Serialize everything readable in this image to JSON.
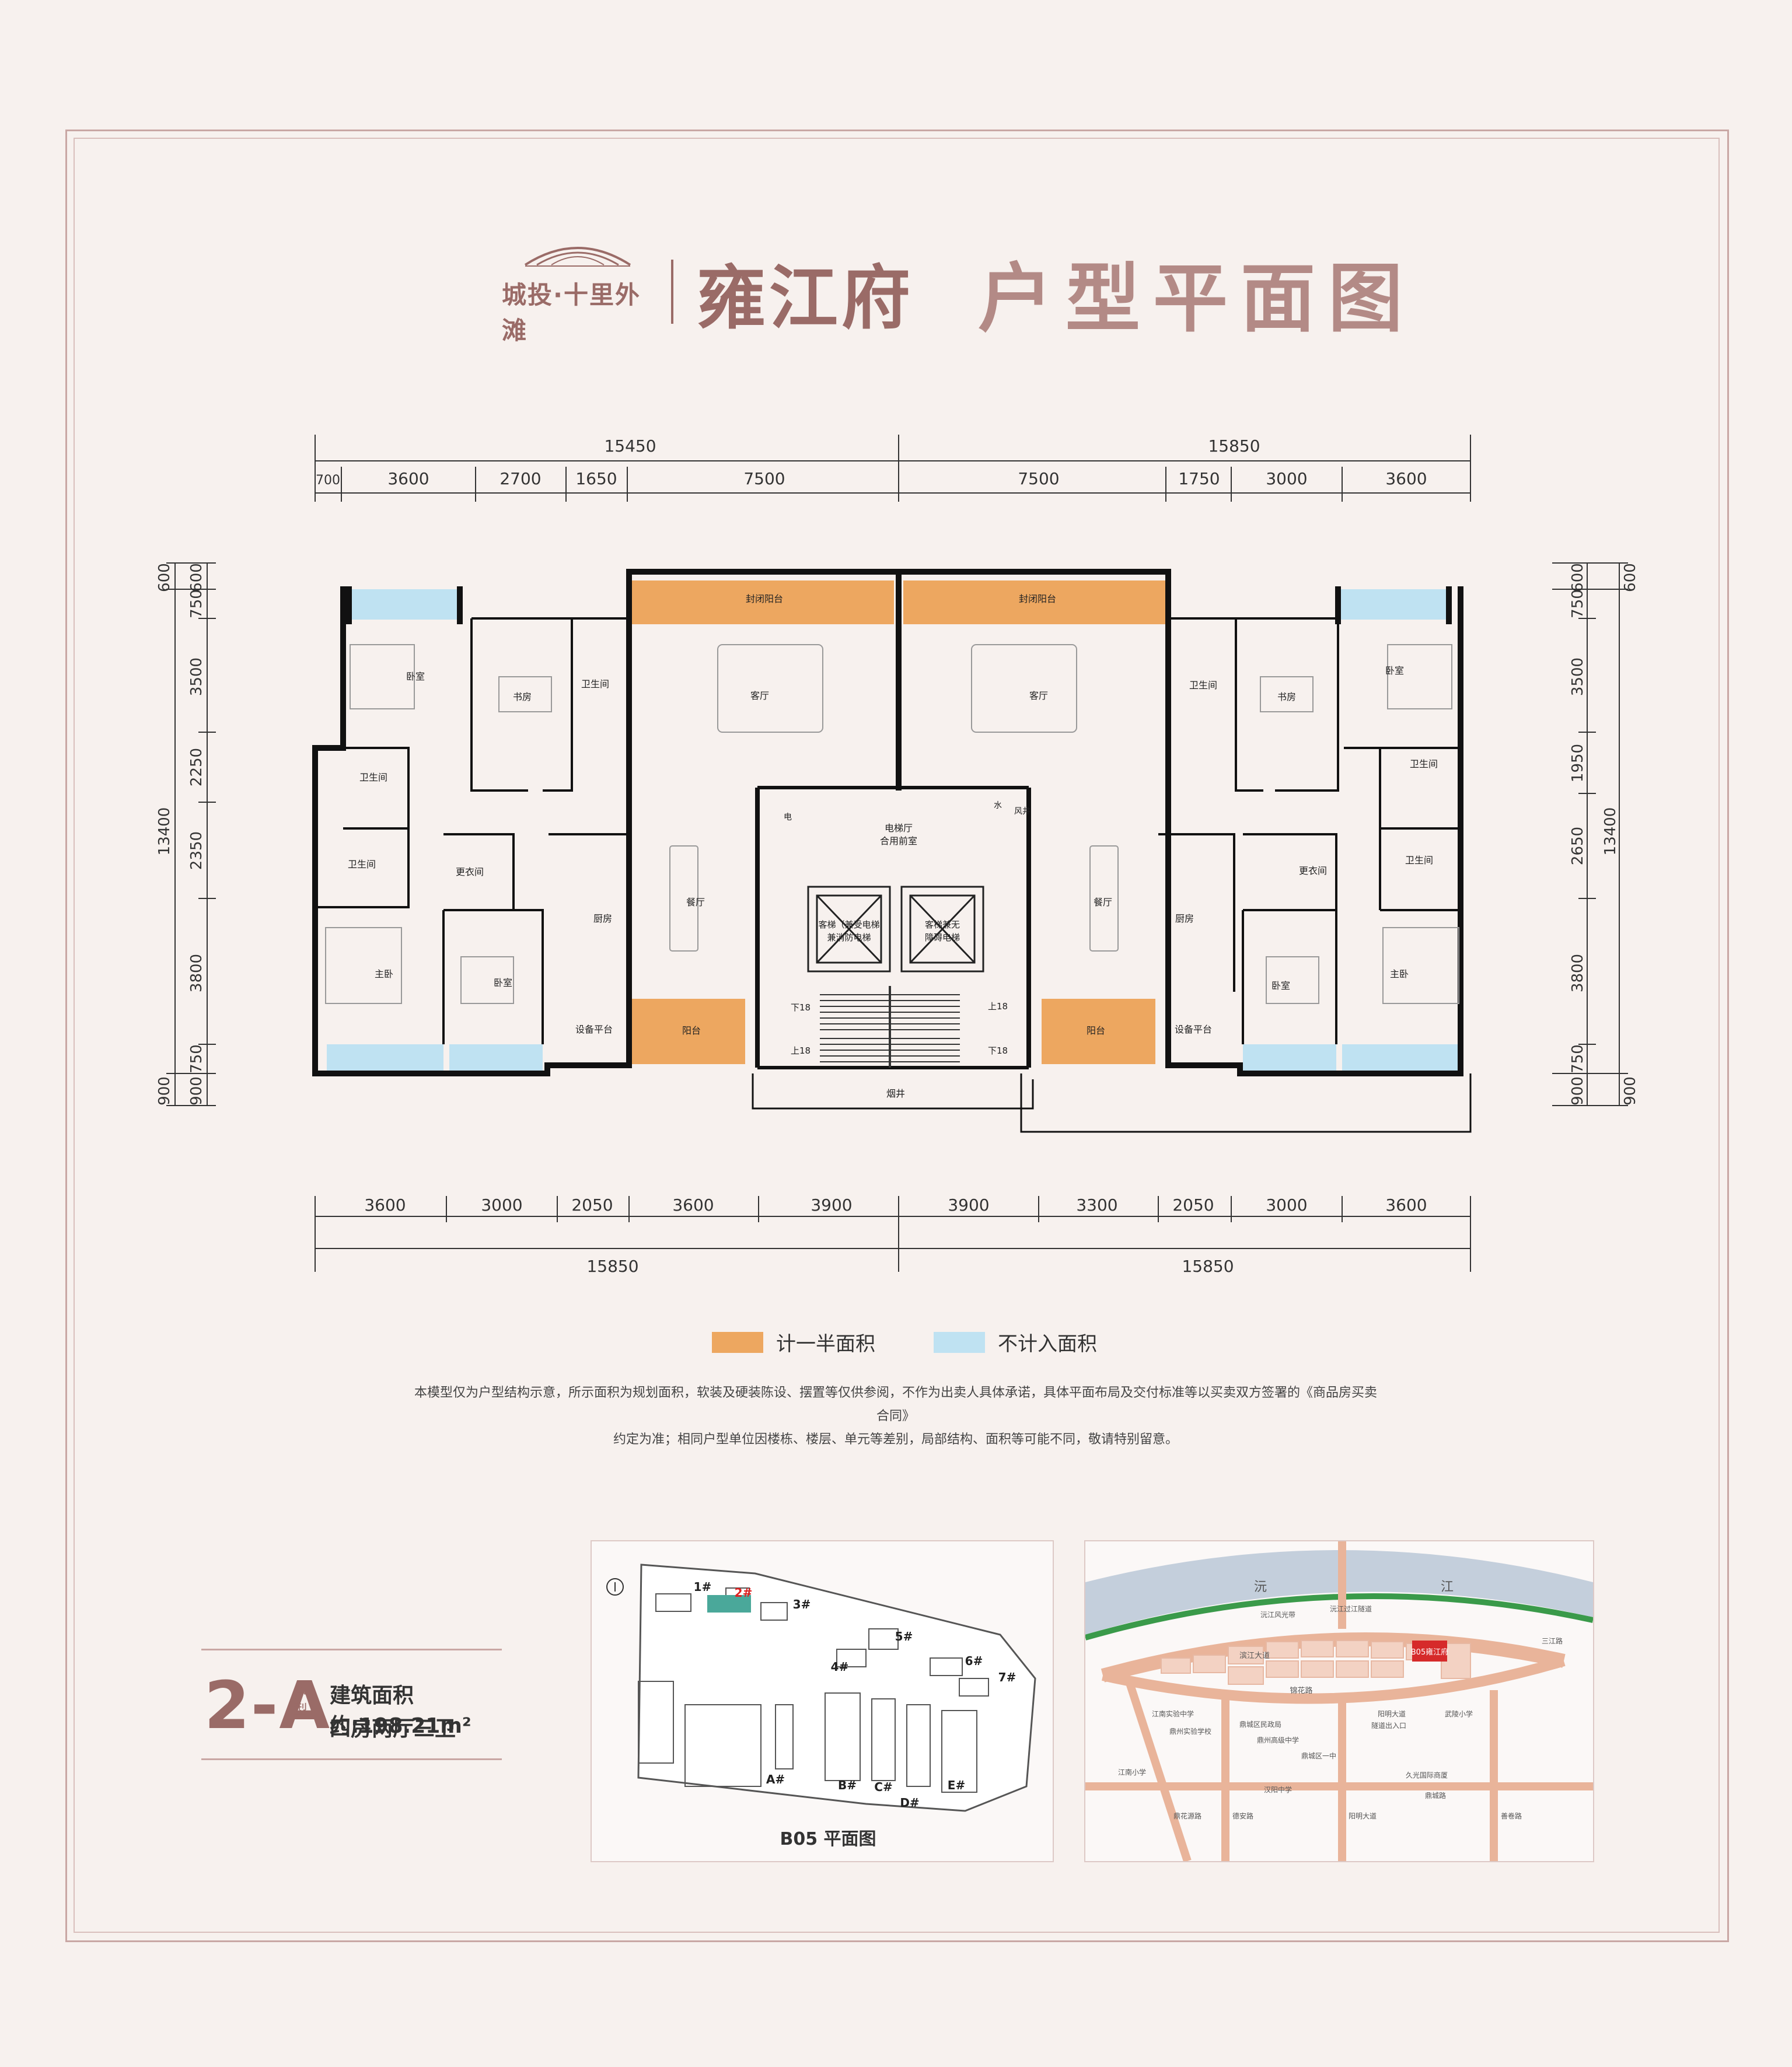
{
  "header": {
    "logo_brand": "城投·十里外滩",
    "project_name": "雍江府",
    "title": "户型平面图"
  },
  "dimensions": {
    "top_total": [
      "15450",
      "15850"
    ],
    "top_segments": [
      "700",
      "3600",
      "2700",
      "1650",
      "7500",
      "7500",
      "1750",
      "3000",
      "3600"
    ],
    "bottom_segments": [
      "3600",
      "3000",
      "2050",
      "3600",
      "3900",
      "3900",
      "3300",
      "2050",
      "3000",
      "3600"
    ],
    "bottom_total": [
      "15850",
      "15850"
    ],
    "left_outer": [
      "600",
      "13400",
      "900"
    ],
    "left_inner": [
      "600",
      "750",
      "3500",
      "2250",
      "2350",
      "3800",
      "750",
      "900"
    ],
    "right_inner": [
      "600",
      "750",
      "3500",
      "1950",
      "2650",
      "3800",
      "750",
      "900"
    ],
    "right_outer": [
      "600",
      "13400",
      "900"
    ]
  },
  "rooms": {
    "bedroom": "卧室",
    "study": "书房",
    "bath": "卫生间",
    "closet": "更衣间",
    "master": "主卧",
    "kitchen": "厨房",
    "dining": "餐厅",
    "living": "客厅",
    "enclosed_balcony": "封闭阳台",
    "balcony": "阳台",
    "equipment": "设备平台",
    "lobby": "电梯厅",
    "lobby2": "合用前室",
    "elevator1a": "客梯（兼受电梯",
    "elevator1b": "兼消防电梯",
    "elevator2a": "客梯兼无",
    "elevator2b": "障碍电梯",
    "down18": "下18",
    "up18": "上18",
    "chimney": "烟井",
    "elec": "电",
    "water": "水",
    "wind": "风井"
  },
  "legend": {
    "half_area_label": "计一半面积",
    "no_area_label": "不计入面积",
    "half_color": "#eda760",
    "none_color": "#bfe2f2"
  },
  "disclaimer": {
    "line1": "本模型仅为户型结构示意，所示面积为规划面积，软装及硬装陈设、摆置等仅供参阅，不作为出卖人具体承诺，具体平面布局及交付标准等以买卖双方签署的《商品房买卖合同》",
    "line2": "约定为准；相同户型单位因楼栋、楼层、单元等差别，局部结构、面积等可能不同，敬请特别留意。"
  },
  "unit": {
    "code": "2-A",
    "tag": "户型",
    "area": "建筑面积约:198.21m²",
    "rooms": "四房两厅三卫"
  },
  "site_plan": {
    "caption": "B05  平面图",
    "buildings": [
      "1#",
      "2#",
      "3#",
      "4#",
      "5#",
      "6#",
      "7#",
      "A#",
      "B#",
      "C#",
      "D#",
      "E#"
    ]
  },
  "location_map": {
    "river_left": "沅",
    "river_right": "江",
    "bridge": "沅江过江隧道",
    "road_north": "沅江风光带",
    "road_main": "滨江大道",
    "road_jinhua": "锦花路",
    "project_label": "B05雍江府",
    "road_sanjiang": "三江路",
    "pois": [
      "江南实验中学",
      "鼎州实验学校",
      "鼎城区民政局",
      "鼎州高级中学",
      "鼎城区一中",
      "阳明大道",
      "隧道出入口",
      "武陵小学",
      "江南小学",
      "久光国际商厦",
      "汉阳中学"
    ],
    "roads_vertical": [
      "鼎花源路",
      "德安路",
      "阳明大道",
      "善卷路"
    ],
    "road_dingcheng": "鼎城路"
  }
}
